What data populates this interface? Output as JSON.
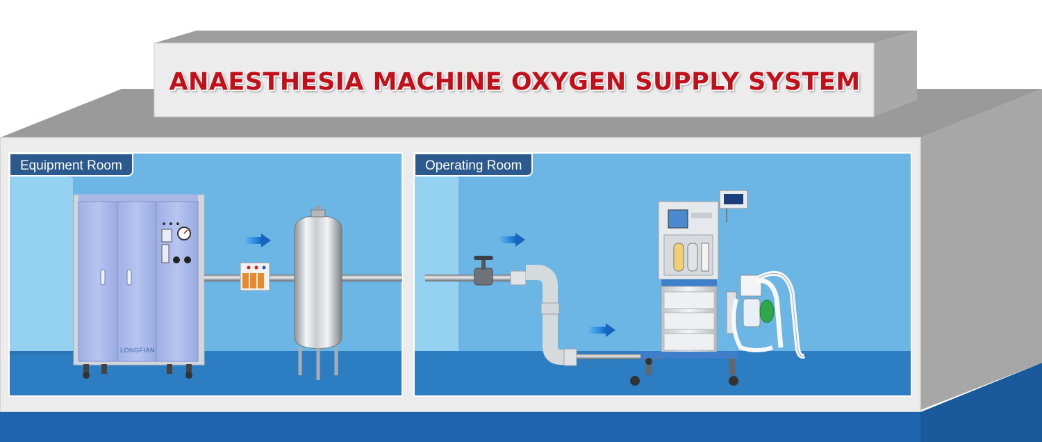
{
  "title": "ANAESTHESIA MACHINE OXYGEN SUPPLY SYSTEM",
  "rooms": {
    "equipment": {
      "label": "Equipment Room"
    },
    "operating": {
      "label": "Operating Room"
    }
  },
  "equipment": {
    "generator_brand": "LONGFIAN"
  },
  "colors": {
    "title": "#c2101a",
    "room_wall": "#6cb6e6",
    "room_floor": "#2d7dc3",
    "tab_bg": "#2d5a8e",
    "base_band": "#1e64ac",
    "flow_arrow": "#1e88e5"
  },
  "icons": [
    "flow-arrow-icon",
    "valve-icon",
    "pressure-gauge-icon"
  ]
}
